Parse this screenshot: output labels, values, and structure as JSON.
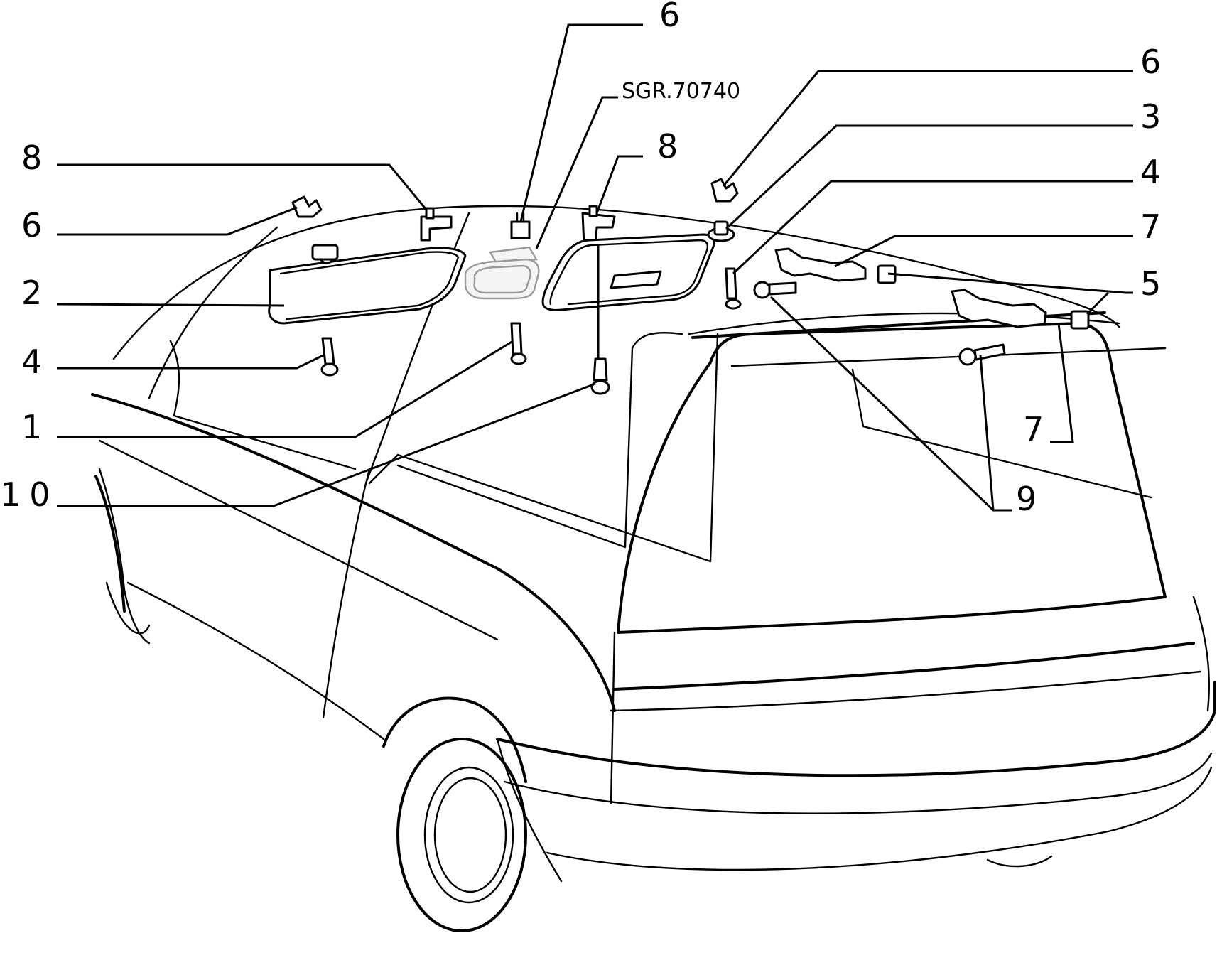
{
  "reference_code": "SGR.70740",
  "callouts": {
    "c6_top": "6",
    "c6_right": "6",
    "c3": "3",
    "c8_center": "8",
    "c8_left": "8",
    "c4_right": "4",
    "c6_left": "6",
    "c7_upper": "7",
    "c2": "2",
    "c5": "5",
    "c4_left": "4",
    "c1": "1",
    "c7_lower": "7",
    "c10": "10",
    "c9": "9"
  }
}
